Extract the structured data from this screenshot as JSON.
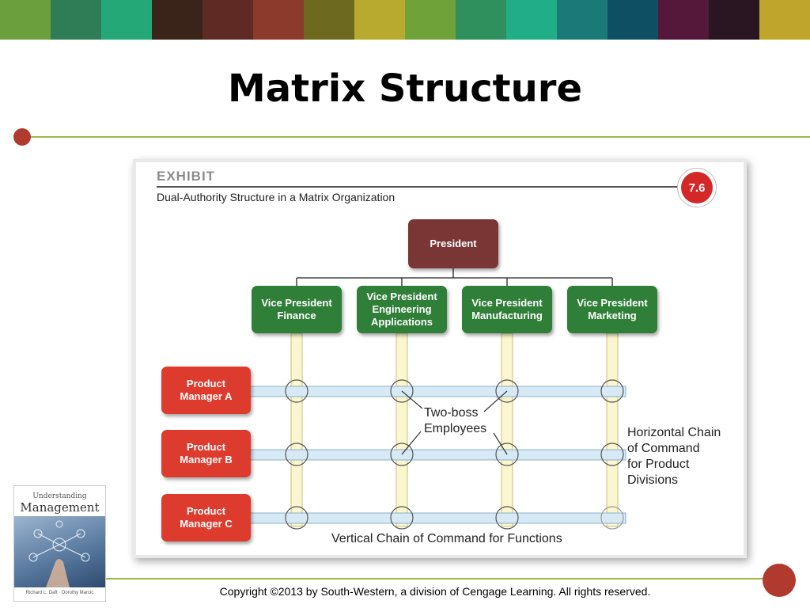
{
  "slide": {
    "title": "Matrix Structure",
    "copyright": "Copyright ©2013 by South-Western, a division of Cengage Learning. All rights reserved.",
    "band_colors": [
      "#6a9f3c",
      "#2e7d56",
      "#25a878",
      "#3a2318",
      "#5e2a23",
      "#8c3a2c",
      "#6d6a1f",
      "#b8aa2e",
      "#6fa33a",
      "#2f8f5d",
      "#1fae86",
      "#1b7a78",
      "#0e4f63",
      "#55183a",
      "#2a1622",
      "#bfa52c"
    ],
    "accent_color": "#b03a2e",
    "rule_color": "#9ab84a"
  },
  "exhibit": {
    "label": "EXHIBIT",
    "subtitle": "Dual-Authority Structure in a Matrix Organization",
    "number": "7.6",
    "president": "President",
    "vps": [
      {
        "lines": [
          "Vice President",
          "Finance"
        ]
      },
      {
        "lines": [
          "Vice President",
          "Engineering",
          "Applications"
        ]
      },
      {
        "lines": [
          "Vice President",
          "Manufacturing"
        ]
      },
      {
        "lines": [
          "Vice President",
          "Marketing"
        ]
      }
    ],
    "product_managers": [
      {
        "lines": [
          "Product",
          "Manager A"
        ]
      },
      {
        "lines": [
          "Product",
          "Manager B"
        ]
      },
      {
        "lines": [
          "Product",
          "Manager C"
        ]
      }
    ],
    "two_boss_label": [
      "Two-boss",
      "Employees"
    ],
    "horizontal_chain": [
      "Horizontal Chain",
      "of Command",
      "for Product",
      "Divisions"
    ],
    "vertical_chain": "Vertical Chain of Command for Functions",
    "colors": {
      "president": "#7a3535",
      "vp": "#2f7f38",
      "product_manager": "#dd3b2d",
      "vertical_band": "#faf6cf",
      "horizontal_band": "#d6e9f5"
    }
  },
  "book_cover": {
    "title": "Management",
    "subtitle": "Understanding",
    "authors": "Richard L. Daft · Dorothy Marcic"
  }
}
